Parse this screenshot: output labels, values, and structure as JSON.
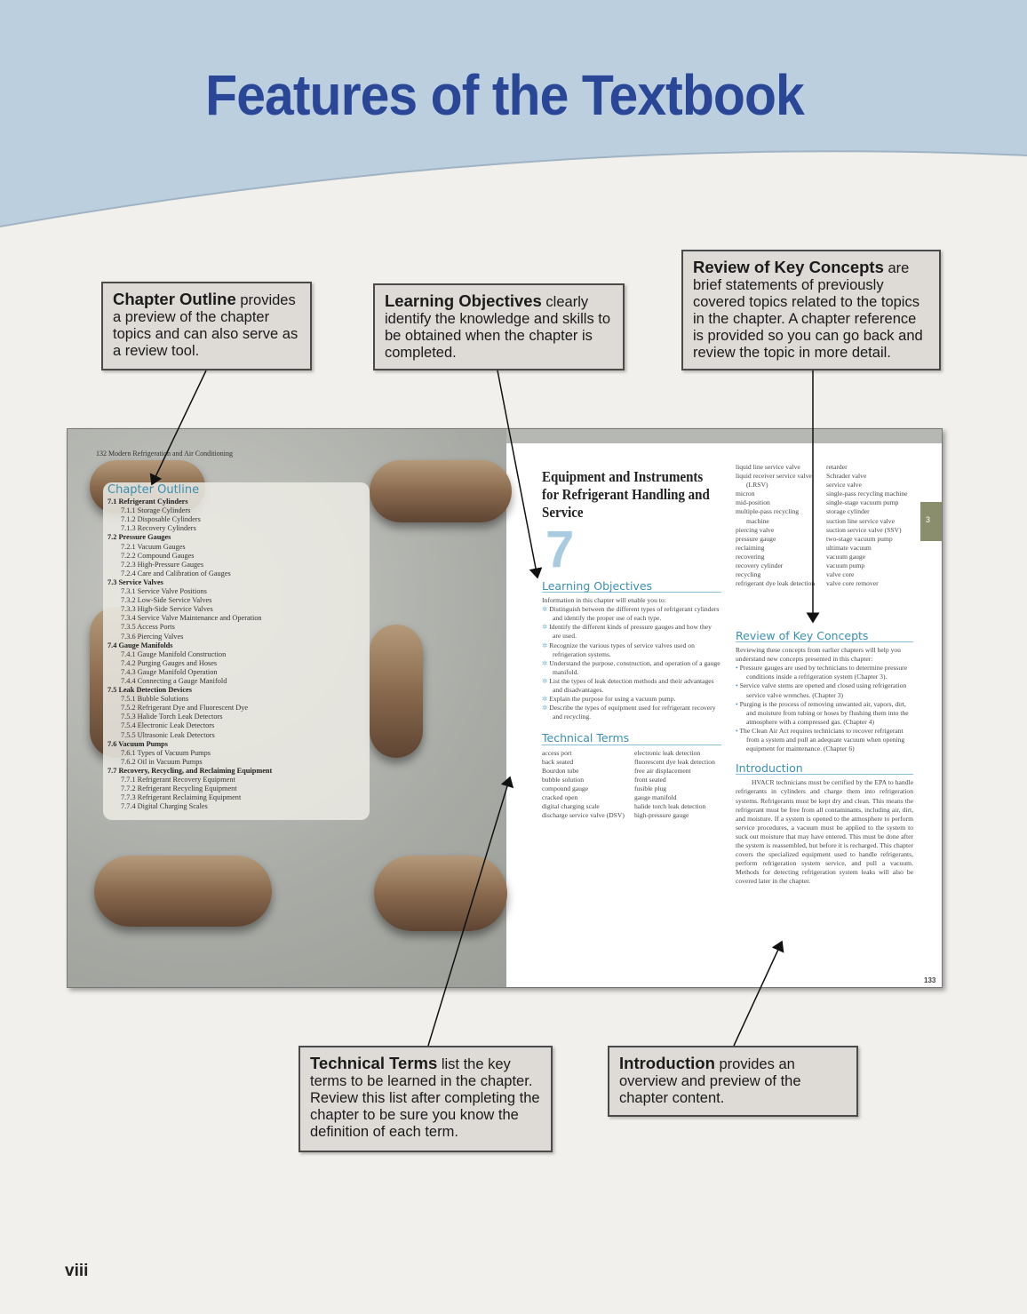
{
  "header": {
    "title": "Features of the Textbook",
    "band_color": "#bccfdf",
    "title_color": "#2a4797"
  },
  "callouts": {
    "chapter_outline": {
      "bold": "Chapter Outline",
      "text": " provides a preview of the chapter topics and can also serve as a review tool."
    },
    "learning_objectives": {
      "bold": "Learning Objectives",
      "text": " clearly identify the knowledge and skills to be obtained when the chapter is completed."
    },
    "review": {
      "bold": "Review of Key Concepts",
      "text": " are brief statements of previously covered topics related to the topics in the chapter. A chapter reference is provided so you can go back and review the topic in more detail."
    },
    "technical_terms": {
      "bold": "Technical Terms",
      "text": " list the key terms to be learned in the chapter. Review this list after completing the chapter to be sure you know the definition of each term."
    },
    "introduction": {
      "bold": "Introduction",
      "text": " provides an overview and preview of the chapter content."
    }
  },
  "left_page": {
    "running_head": "132   Modern Refrigeration and Air Conditioning",
    "outline_title": "Chapter Outline",
    "outline": [
      {
        "t": "7.1 Refrigerant Cylinders",
        "s": 1
      },
      {
        "t": "7.1.1 Storage Cylinders"
      },
      {
        "t": "7.1.2 Disposable Cylinders"
      },
      {
        "t": "7.1.3 Recovery Cylinders"
      },
      {
        "t": "7.2 Pressure Gauges",
        "s": 1
      },
      {
        "t": "7.2.1 Vacuum Gauges"
      },
      {
        "t": "7.2.2 Compound Gauges"
      },
      {
        "t": "7.2.3 High-Pressure Gauges"
      },
      {
        "t": "7.2.4 Care and Calibration of Gauges"
      },
      {
        "t": "7.3 Service Valves",
        "s": 1
      },
      {
        "t": "7.3.1 Service Valve Positions"
      },
      {
        "t": "7.3.2 Low-Side Service Valves"
      },
      {
        "t": "7.3.3 High-Side Service Valves"
      },
      {
        "t": "7.3.4 Service Valve Maintenance and Operation"
      },
      {
        "t": "7.3.5 Access Ports"
      },
      {
        "t": "7.3.6 Piercing Valves"
      },
      {
        "t": "7.4 Gauge Manifolds",
        "s": 1
      },
      {
        "t": "7.4.1 Gauge Manifold Construction"
      },
      {
        "t": "7.4.2 Purging Gauges and Hoses"
      },
      {
        "t": "7.4.3 Gauge Manifold Operation"
      },
      {
        "t": "7.4.4 Connecting a Gauge Manifold"
      },
      {
        "t": "7.5 Leak Detection Devices",
        "s": 1
      },
      {
        "t": "7.5.1 Bubble Solutions"
      },
      {
        "t": "7.5.2 Refrigerant Dye and Fluorescent Dye"
      },
      {
        "t": "7.5.3 Halide Torch Leak Detectors"
      },
      {
        "t": "7.5.4 Electronic Leak Detectors"
      },
      {
        "t": "7.5.5 Ultrasonic Leak Detectors"
      },
      {
        "t": "7.6 Vacuum Pumps",
        "s": 1
      },
      {
        "t": "7.6.1 Types of Vacuum Pumps"
      },
      {
        "t": "7.6.2 Oil in Vacuum Pumps"
      },
      {
        "t": "7.7 Recovery, Recycling, and Reclaiming Equipment",
        "s": 1
      },
      {
        "t": "7.7.1 Refrigerant Recovery Equipment"
      },
      {
        "t": "7.7.2 Refrigerant Recycling Equipment"
      },
      {
        "t": "7.7.3 Refrigerant Reclaiming Equipment"
      },
      {
        "t": "7.7.4 Digital Charging Scales"
      }
    ]
  },
  "right_page": {
    "chapter_number": "7",
    "chapter_title": "Equipment and Instruments for Refrigerant Handling and Service",
    "lo_title": "Learning Objectives",
    "lo_intro": "Information in this chapter will enable you to:",
    "objectives": [
      "Distinguish between the different types of refrigerant cylinders and identify the proper use of each type.",
      "Identify the different kinds of pressure gauges and how they are used.",
      "Recognize the various types of service valves used on refrigeration systems.",
      "Understand the purpose, construction, and operation of a gauge manifold.",
      "List the types of leak detection methods and their advantages and disadvantages.",
      "Explain the purpose for using a vacuum pump.",
      "Describe the types of equipment used for refrigerant recovery and recycling."
    ],
    "tt_title": "Technical Terms",
    "terms_col1": [
      "access port",
      "back seated",
      "Bourdon tube",
      "bubble solution",
      "compound gauge",
      "cracked open",
      "digital charging scale",
      "discharge service valve (DSV)"
    ],
    "terms_col2": [
      "electronic leak detection",
      "fluorescent dye leak detection",
      "free air displacement",
      "front seated",
      "fusible plug",
      "gauge manifold",
      "halide torch leak detection",
      "high-pressure gauge"
    ],
    "terms_col3": [
      "liquid line service valve",
      "liquid receiver service valve (LRSV)",
      "micron",
      "mid-position",
      "multiple-pass recycling machine",
      "piercing valve",
      "pressure gauge",
      "reclaiming",
      "recovering",
      "recovery cylinder",
      "recycling",
      "refrigerant dye leak detection"
    ],
    "terms_col4": [
      "retarder",
      "Schrader valve",
      "service valve",
      "single-pass recycling machine",
      "single-stage vacuum pump",
      "storage cylinder",
      "suction line service valve",
      "suction service valve (SSV)",
      "two-stage vacuum pump",
      "ultimate vacuum",
      "vacuum gauge",
      "vacuum pump",
      "valve core",
      "valve core remover"
    ],
    "thumb_tab": "3",
    "rk_title": "Review of Key Concepts",
    "rk_intro": "Reviewing these concepts from earlier chapters will help you understand new concepts presented in this chapter:",
    "concepts": [
      "Pressure gauges are used by technicians to determine pressure conditions inside a refrigeration system (Chapter 3).",
      "Service valve stems are opened and closed using refrigeration service valve wrenches. (Chapter 3)",
      "Purging is the process of removing unwanted air, vapors, dirt, and moisture from tubing or hoses by flushing them into the atmosphere with a compressed gas. (Chapter 4)",
      "The Clean Air Act requires technicians to recover refrigerant from a system and pull an adequate vacuum when opening equipment for maintenance. (Chapter 6)"
    ],
    "intro_title": "Introduction",
    "intro_text": "HVACR technicians must be certified by the EPA to handle refrigerants in cylinders and charge them into refrigeration systems. Refrigerants must be kept dry and clean. This means the refrigerant must be free from all contaminants, including air, dirt, and moisture. If a system is opened to the atmosphere to perform service procedures, a vacuum must be applied to the system to suck out moisture that may have entered. This must be done after the system is reassembled, but before it is recharged. This chapter covers the specialized equipment used to handle refrigerants, perform refrigeration system service, and pull a vacuum. Methods for detecting refrigeration system leaks will also be covered later in the chapter.",
    "page_number": "133"
  },
  "folio": "viii"
}
